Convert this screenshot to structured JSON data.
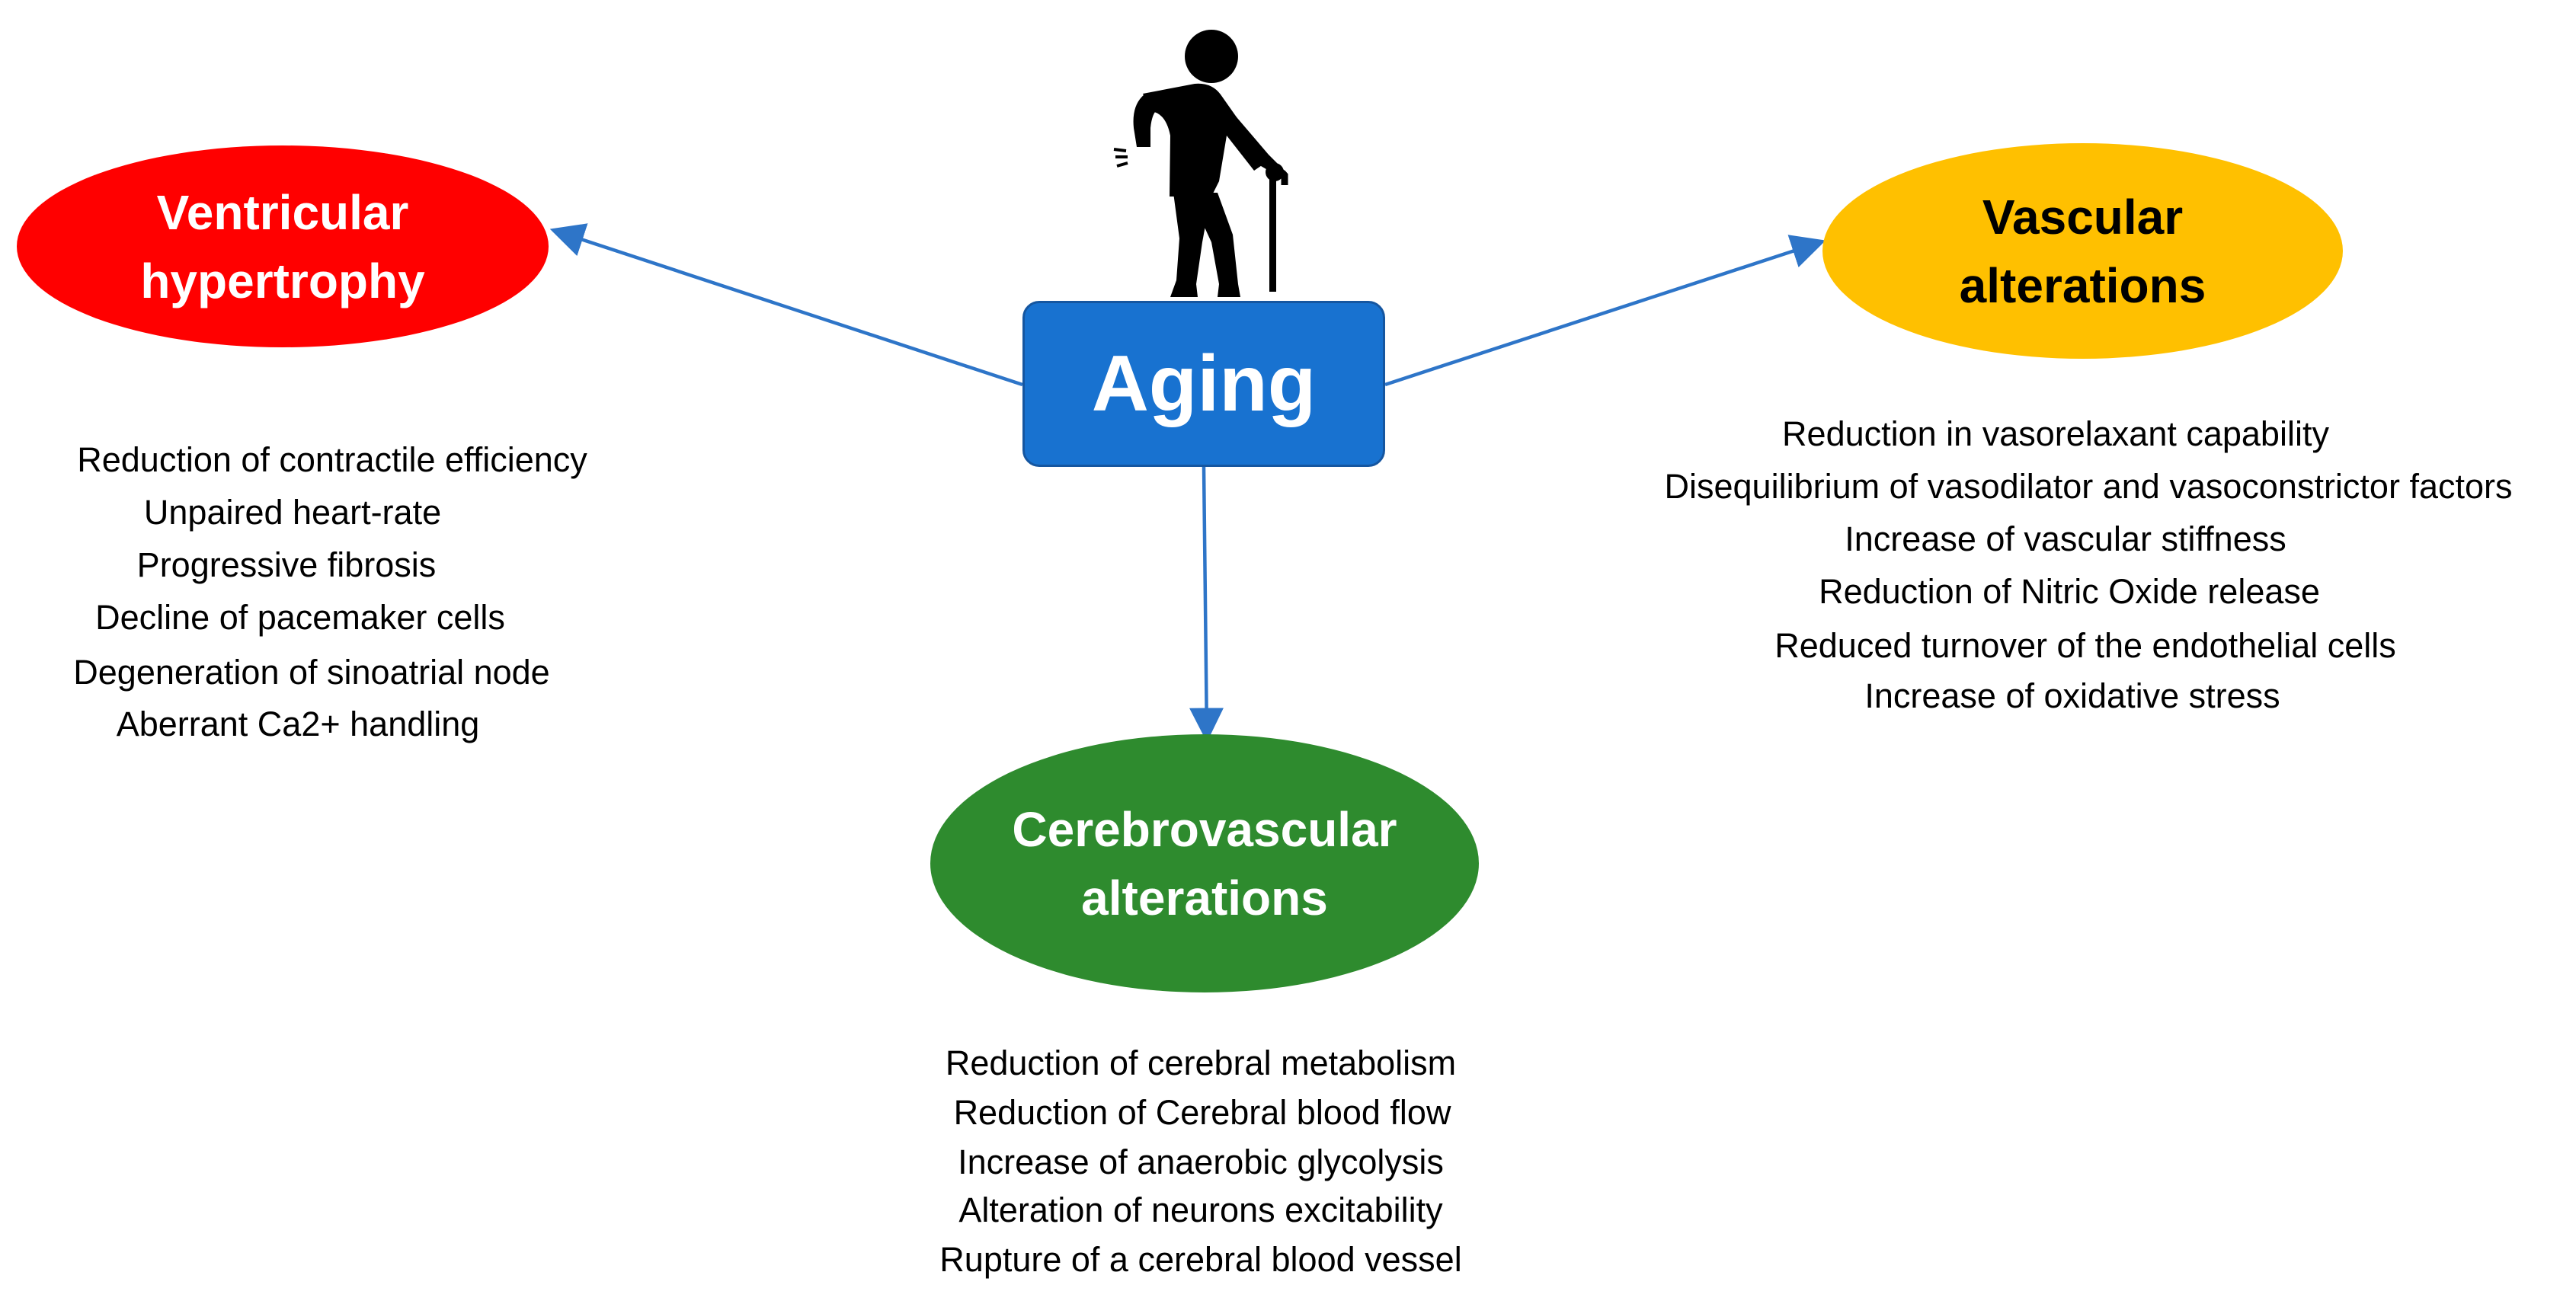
{
  "center": {
    "label": "Aging",
    "figure_icon": "elderly-person-with-cane-icon"
  },
  "nodes": {
    "ventricular": {
      "label": "Ventricular\nhypertrophy",
      "color": "#ff0000",
      "items": [
        "Reduction of contractile efficiency",
        "Unpaired heart-rate",
        "Progressive fibrosis",
        "Decline of pacemaker cells",
        "Degeneration of sinoatrial node",
        "Aberrant Ca2+ handling"
      ]
    },
    "vascular": {
      "label": "Vascular\nalterations",
      "color": "#ffc000",
      "items": [
        "Reduction in vasorelaxant capability",
        "Disequilibrium of vasodilator and vasoconstrictor factors",
        "Increase of vascular stiffness",
        "Reduction of Nitric Oxide release",
        "Reduced turnover of the endothelial cells",
        "Increase of oxidative stress"
      ]
    },
    "cerebrovascular": {
      "label": "Cerebrovascular\nalterations",
      "color": "#2e8b2e",
      "items": [
        "Reduction of cerebral metabolism",
        "Reduction of Cerebral blood flow",
        "Increase of anaerobic glycolysis",
        "Alteration of neurons excitability",
        "Rupture of a cerebral blood vessel"
      ]
    }
  },
  "colors": {
    "aging_box": "#1872d0",
    "arrow": "#2e75c8"
  }
}
